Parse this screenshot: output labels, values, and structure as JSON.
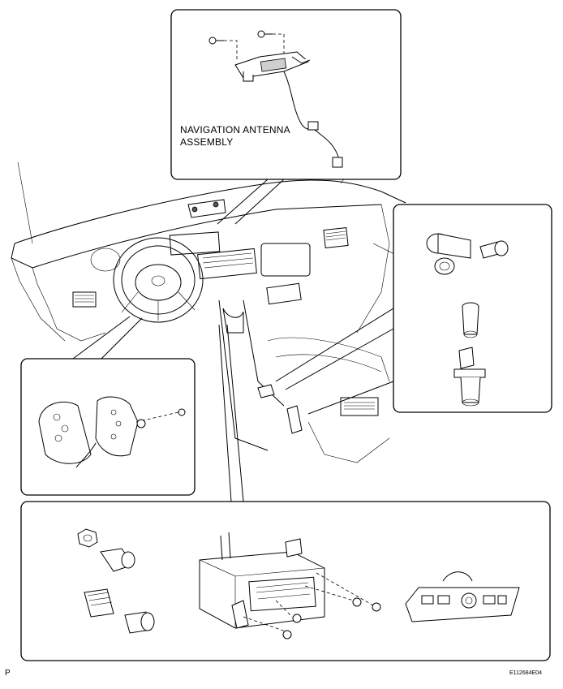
{
  "callout": {
    "line1": "NAVIGATION ANTENNA",
    "line2": "ASSEMBLY"
  },
  "footer": {
    "left_code": "P",
    "figure_id": "E112684E04"
  }
}
